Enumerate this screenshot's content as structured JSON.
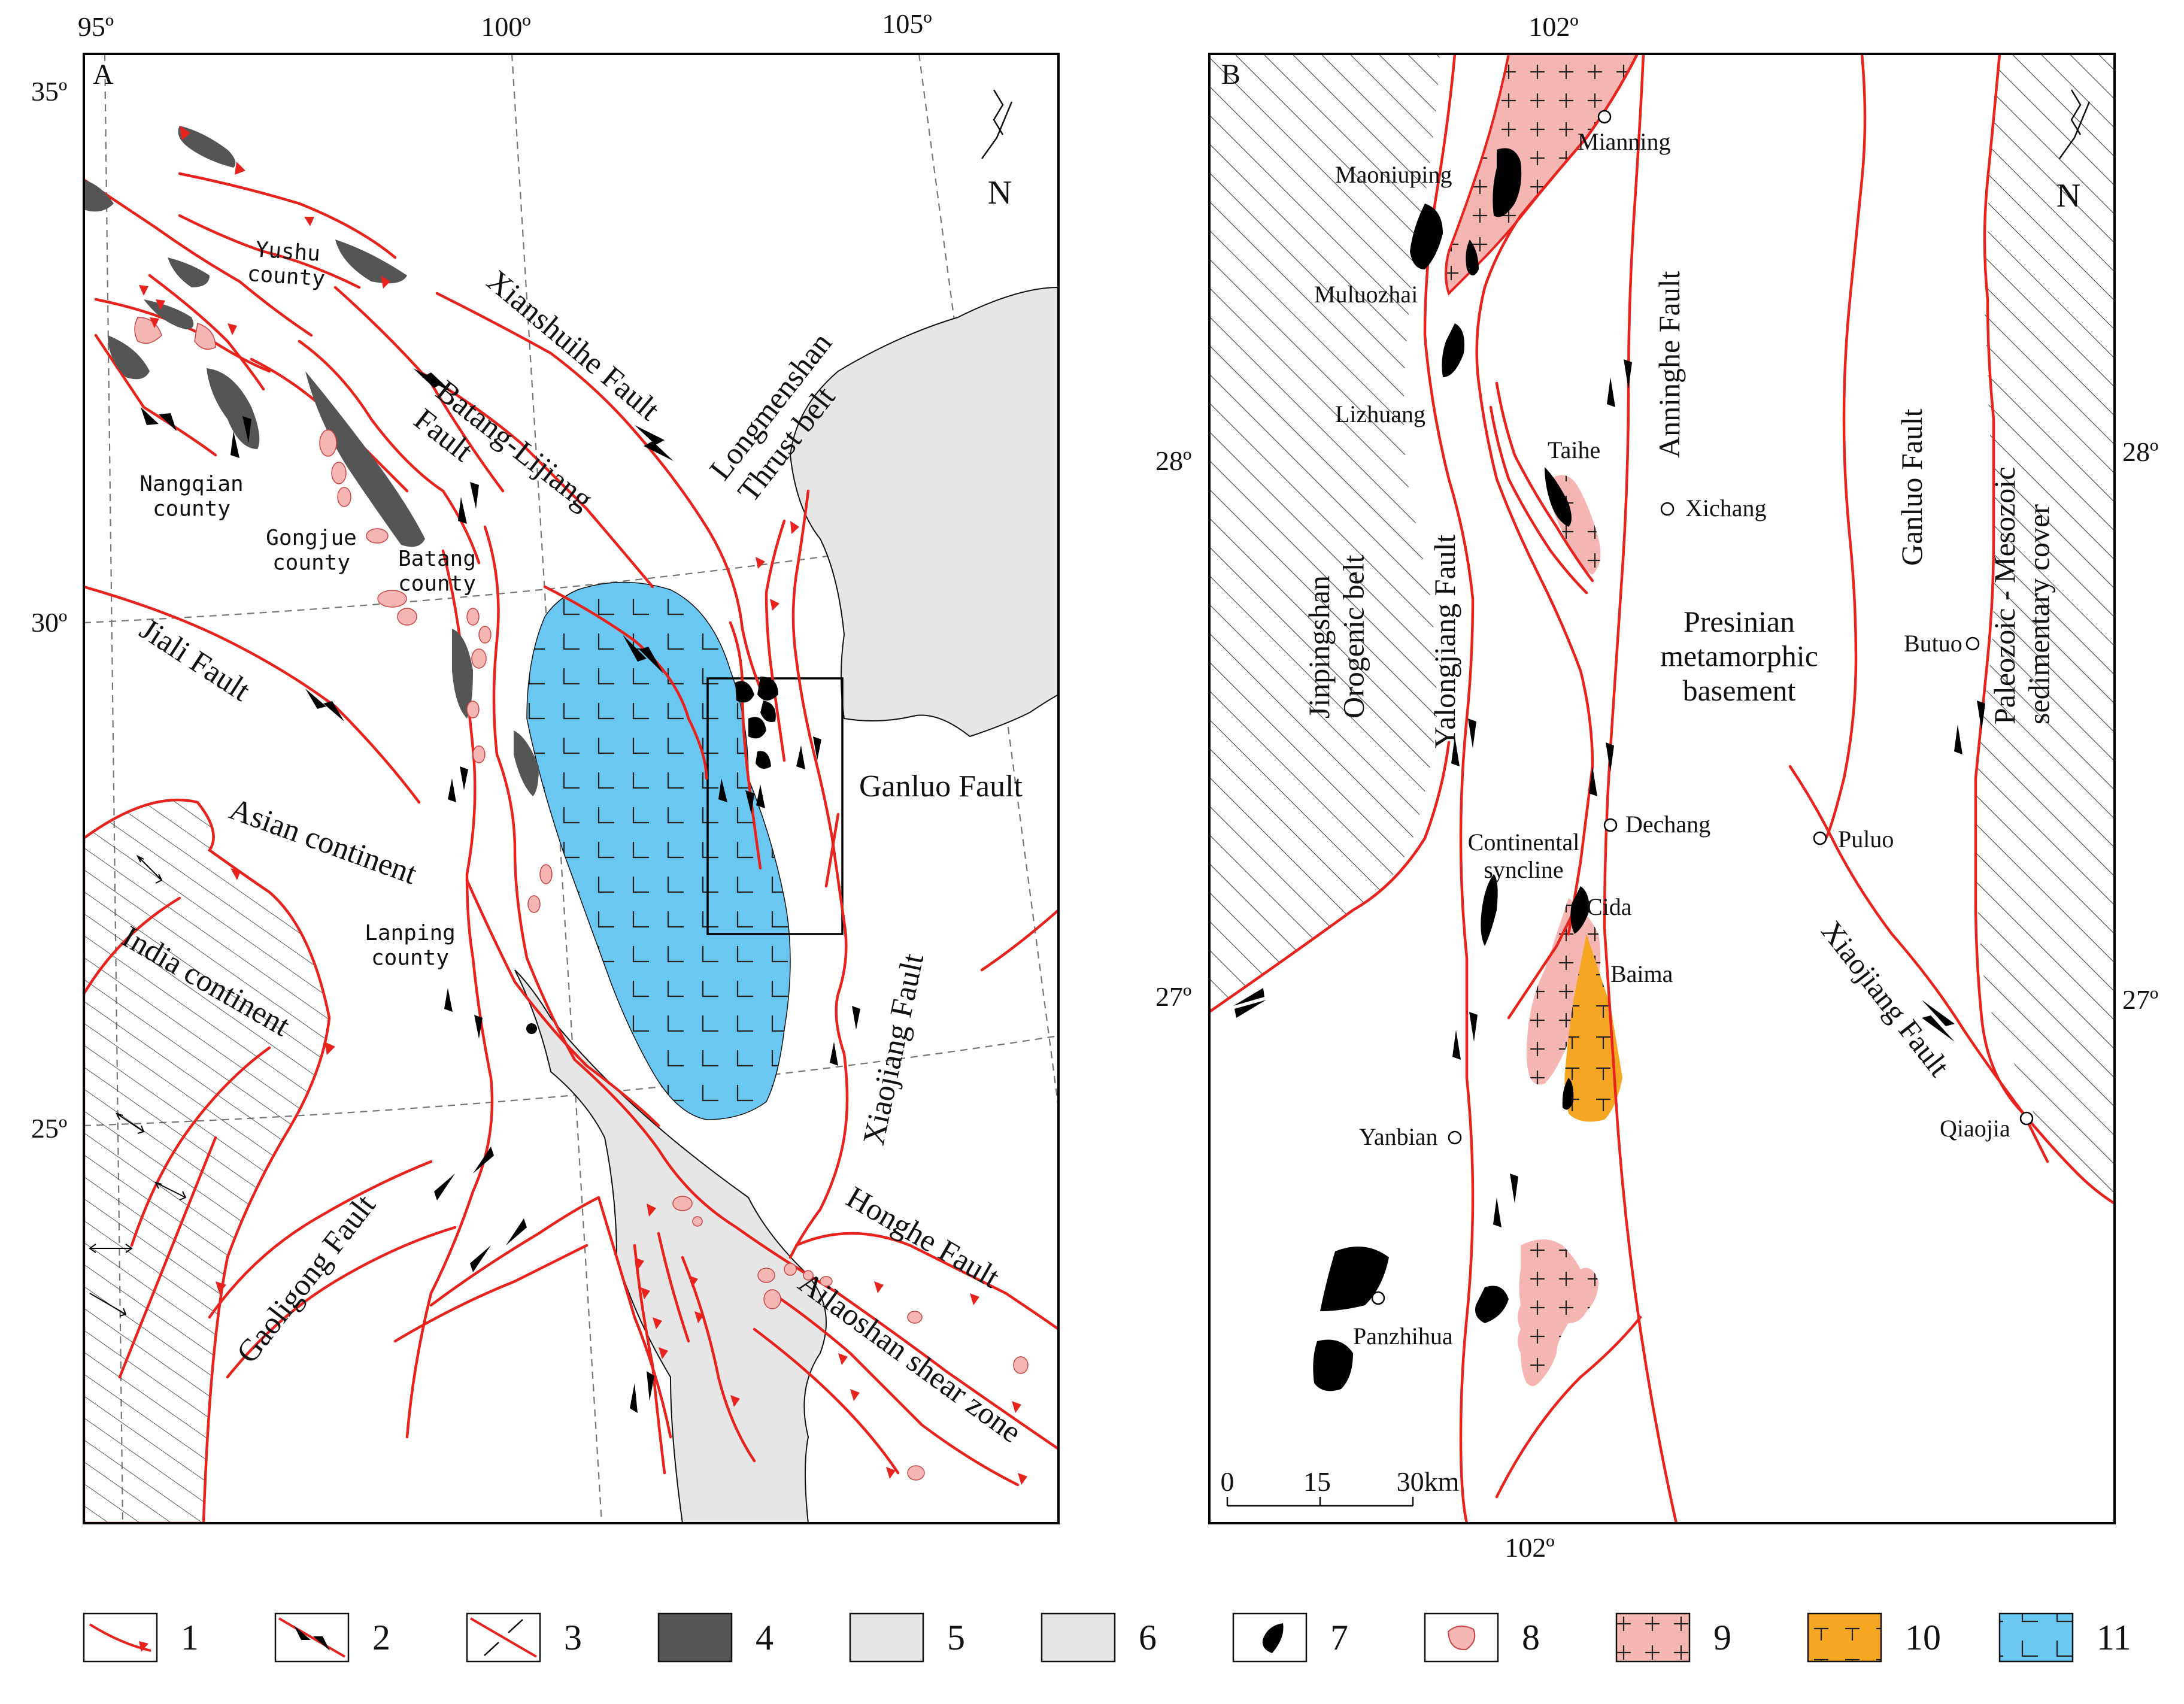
{
  "panel_a": {
    "letter": "A",
    "north": "N",
    "lon_labels": [
      "95º",
      "100º",
      "105º"
    ],
    "lat_labels": [
      "35º",
      "30º",
      "25º"
    ],
    "labels": {
      "yushu": "Yushu\ncounty",
      "nangqian": "Nangqian\ncounty",
      "gongjue": "Gongjue\ncounty",
      "batang_county": "Batang\ncounty",
      "lanping": "Lanping\ncounty",
      "xianshuihe": "Xianshuihe Fault",
      "longmenshan": "Longmenshan\nThrust belt",
      "batang_lijiang": "Batang-Lijiang\nFault",
      "jiali": "Jiali Fault",
      "asian": "Asian continent",
      "india": "India continent",
      "ganluo": "Ganluo Fault",
      "xiaojiang": "Xiaojiang Fault",
      "honghe": "Honghe Fault",
      "ailaoshan": "Ailaoshan shear zone",
      "gaoligong": "Gaoligong Fault"
    }
  },
  "panel_b": {
    "letter": "B",
    "north": "N",
    "lon_labels": [
      "102º",
      "102º"
    ],
    "lat_labels": [
      "28º",
      "27º",
      "28º",
      "27º"
    ],
    "labels": {
      "mianning": "Mianning",
      "maoniuping": "Maoniuping",
      "muluozhai": "Muluozhai",
      "lizhuang": "Lizhuang",
      "taihe": "Taihe",
      "xichang": "Xichang",
      "anninghe": "Anninghe Fault",
      "jinpingshan": "Jinpingshan\nOrogenic belt",
      "yalongjiang": "Yalongjiang Fault",
      "presinian": "Presinian\nmetamorphic\nbasement",
      "ganluo": "Ganluo Fault",
      "paleozoic": "Paleozoic - Mesozoic\nsedimentary cover",
      "butuo": "Butuo",
      "dechang": "Dechang",
      "puluo": "Puluo",
      "continental": "Continental\nsyncline",
      "cida": "Cida",
      "baima": "Baima",
      "xiaojiang": "Xiaojiang Fault",
      "yanbian": "Yanbian",
      "qiaojia": "Qiaojia",
      "panzhihua": "Panzhihua"
    },
    "scale": {
      "ticks": [
        "0",
        "15",
        "30km"
      ]
    }
  },
  "legend": {
    "items": [
      {
        "number": "1",
        "symbol": "thrust-fault"
      },
      {
        "number": "2",
        "symbol": "strike-slip-fault"
      },
      {
        "number": "3",
        "symbol": "extension-fault"
      },
      {
        "number": "4",
        "symbol": "ophiolite",
        "color": "#555555"
      },
      {
        "number": "5",
        "symbol": "gray-unit-5",
        "color": "#e6e6e6"
      },
      {
        "number": "6",
        "symbol": "gray-unit-6",
        "color": "#e6e6e6"
      },
      {
        "number": "7",
        "symbol": "mafic-intrusion",
        "color": "#000000"
      },
      {
        "number": "8",
        "symbol": "felsic-intrusion",
        "color": "#f6b6b3"
      },
      {
        "number": "9",
        "symbol": "granite",
        "color": "#f6b6b3"
      },
      {
        "number": "10",
        "symbol": "syenite",
        "color": "#f5a623"
      },
      {
        "number": "11",
        "symbol": "basalt-province",
        "color": "#69c7f1"
      }
    ]
  },
  "colors": {
    "fault": "#e8221d",
    "basalt": "#69c7f1",
    "granite": "#f6b6b3",
    "syenite": "#f5a623",
    "ophiolite": "#555555",
    "mafic": "#000000",
    "basin": "#e6e6e6"
  }
}
